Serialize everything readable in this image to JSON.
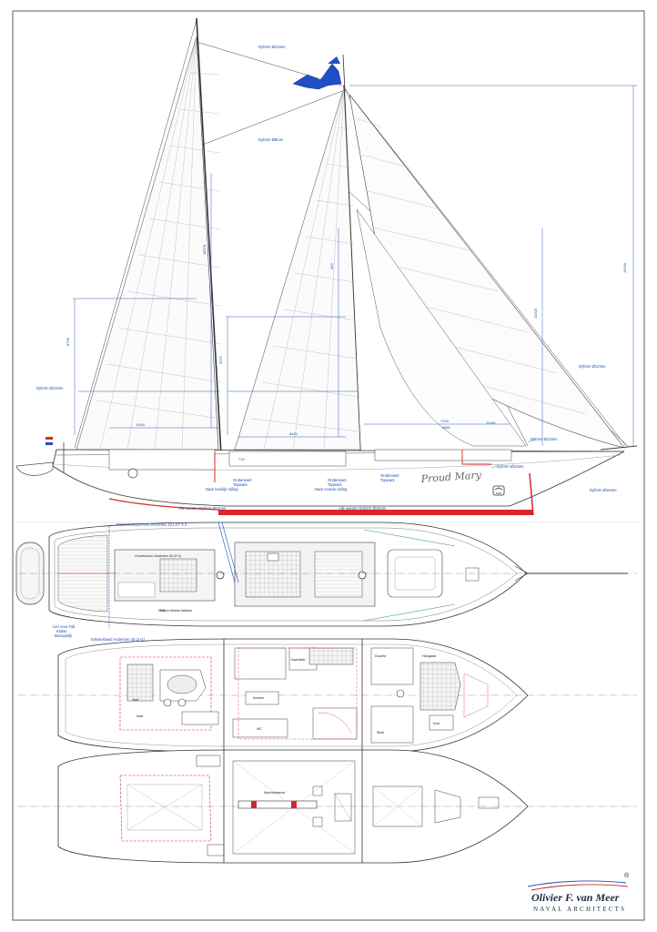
{
  "boat_name": "Proud Mary",
  "logo": {
    "name": "Olivier F. van Meer",
    "subtitle": "NAVAL ARCHITECTS",
    "registered_mark": "®"
  },
  "sail_plan_labels": {
    "dyform_top": "Dyform Ø13mm",
    "dyform_mid": "Dyform Ø8mm",
    "dyform_left": "Dyform Ø12mm",
    "dyform_right": "Dyform Ø12mm",
    "dyform_bow_a": "Dyform Ø13mm",
    "dyform_bow_b": "Dyform Ø12mm",
    "dyform_bow_c": "Dyform Ø16mm",
    "onderwant_1": "Onderwant",
    "topwant_1": "Topwant",
    "railing_1": "Naar teenlijk railing",
    "onderwant_2": "Onderwant",
    "topwant_2": "Topwant",
    "railing_2": "Naar voorde railing",
    "onderwant_3": "Onderwant",
    "topwant_3": "Topwant",
    "wanten_1": "Alle wanten Dyform Ø13mm",
    "wanten_2": "Alle wanten Dyform Ø13mm"
  },
  "dimensions": {
    "d1": "16530",
    "d2": "8700",
    "d3": "6184",
    "d4": "8420",
    "d5": "7234",
    "d6": "4882",
    "d7": "11145",
    "d8": "5072",
    "d9": "18578",
    "d10": "13205",
    "d11": "715",
    "d12": "400"
  },
  "deck_labels": {
    "hatch_a": "Grootschoot, Andersen 40 (2+1)",
    "winch_b": "Bosch Marine talblock",
    "top_note": "ROESTVRIJSTAAL PROFIEL 22 LXT X 2",
    "lier": "Lier voor Fall",
    "klutse": "Klutse",
    "bezaanlijk": "Bezaanlijk",
    "bottom_note": "Eriksterband Andersen 40 (2+1)",
    "t1": "STB"
  },
  "interior_labels": {
    "bed": "Bed",
    "kast": "Kast",
    "wc": "WC",
    "keuken": "Keuken",
    "kaarttafel": "Kaarttafel",
    "douche": "Douche",
    "hangkast": "Hangkast",
    "stoel": "Stoel",
    "kooi": "Kooi",
    "machinekamer": "Machinekamer"
  },
  "colors": {
    "line": "#3a3a3a",
    "blue": "#1a4fb0",
    "red": "#d8262a",
    "green": "#2f9e44",
    "flag": "#1f4fc4",
    "deck": "#efefef"
  }
}
